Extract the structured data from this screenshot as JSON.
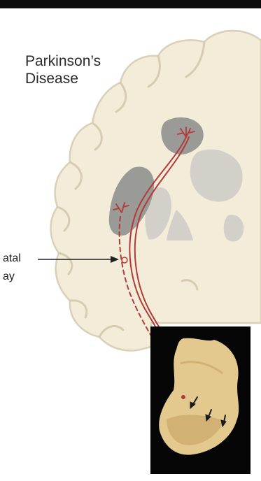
{
  "figure": {
    "title_line_1": "Parkinson’s",
    "title_line_2": "Disease",
    "pathway_label_line_1": "atal",
    "pathway_label_line_2": "ay"
  },
  "colors": {
    "brain_tissue": "#f3ecd8",
    "brain_outline": "#d9d0b8",
    "striatum_dark": "#9a9a96",
    "nuclei_light": "#d2d0c9",
    "pathway": "#b33a38",
    "inset_background": "#050505",
    "midbrain_slice": "#e4c98f",
    "pointer_arrow": "#222222"
  }
}
